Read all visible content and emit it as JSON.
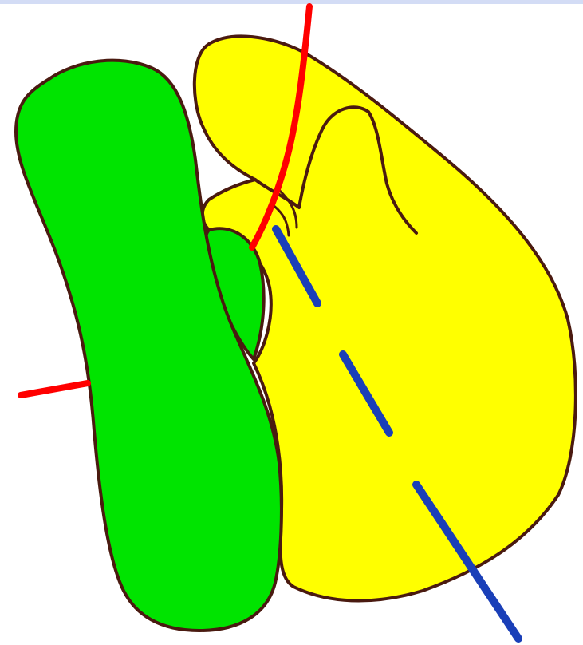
{
  "colors": {
    "background": "#ffffff",
    "top_strip": "#d3dcf5",
    "outline": "#4a1a10",
    "yellow_region": "#ffff00",
    "green_region": "#00e400",
    "red_line": "#ff0000",
    "blue_line": "#1a3fb8"
  },
  "regions": [
    {
      "id": "yellow-region",
      "fill": "yellow_region"
    },
    {
      "id": "green-region",
      "fill": "green_region"
    }
  ],
  "lines": [
    {
      "id": "red-line",
      "color": "red_line",
      "style": "solid"
    },
    {
      "id": "blue-line",
      "color": "blue_line",
      "style": "dashed"
    }
  ]
}
